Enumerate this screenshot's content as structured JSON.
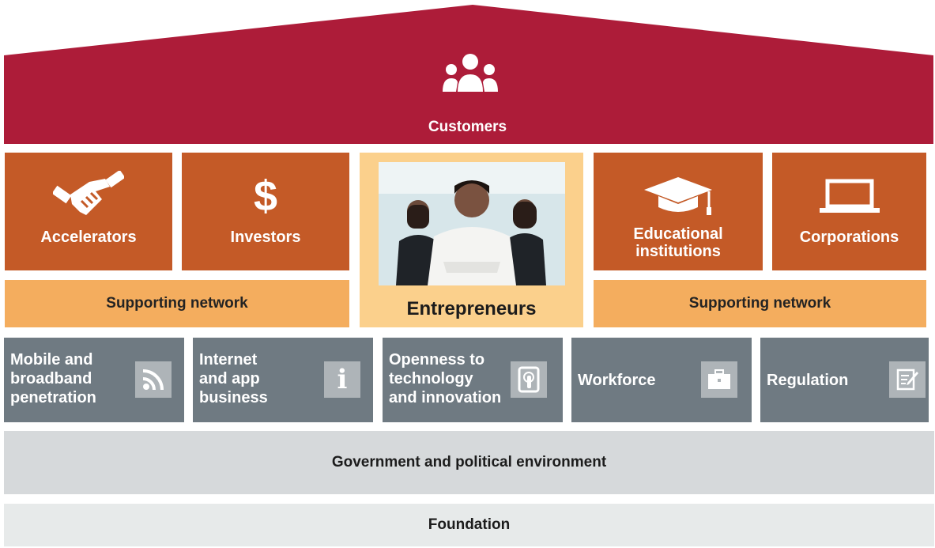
{
  "colors": {
    "roof": "#ad1c39",
    "tile_orange": "#c45a27",
    "support_orange": "#f4ad5e",
    "entrepreneurs_panel": "#fbd08c",
    "tile_gray": "#6f7a82",
    "government_band": "#d6d9db",
    "foundation_band": "#e7eaea"
  },
  "roof": {
    "label": "Customers",
    "icon": "people-group-icon"
  },
  "pillars": {
    "accelerators": {
      "label": "Accelerators",
      "icon": "handshake-icon"
    },
    "investors": {
      "label": "Investors",
      "icon": "dollar-icon"
    },
    "educational": {
      "label": "Educational\ninstitutions",
      "icon": "graduation-cap-icon"
    },
    "corporations": {
      "label": "Corporations",
      "icon": "laptop-icon"
    }
  },
  "supporting_left": "Supporting network",
  "supporting_right": "Supporting network",
  "entrepreneurs": {
    "label": "Entrepreneurs",
    "photo": "entrepreneurs-photo"
  },
  "factors": [
    {
      "label": "Mobile and\nbroadband\npenetration",
      "icon": "rss-icon"
    },
    {
      "label": "Internet\nand app\nbusiness",
      "icon": "info-icon"
    },
    {
      "label": "Openness to\ntechnology\nand innovation",
      "icon": "touch-tablet-icon"
    },
    {
      "label": "Workforce",
      "icon": "briefcase-icon"
    },
    {
      "label": "Regulation",
      "icon": "edit-document-icon"
    }
  ],
  "government": "Government and political environment",
  "foundation": "Foundation"
}
